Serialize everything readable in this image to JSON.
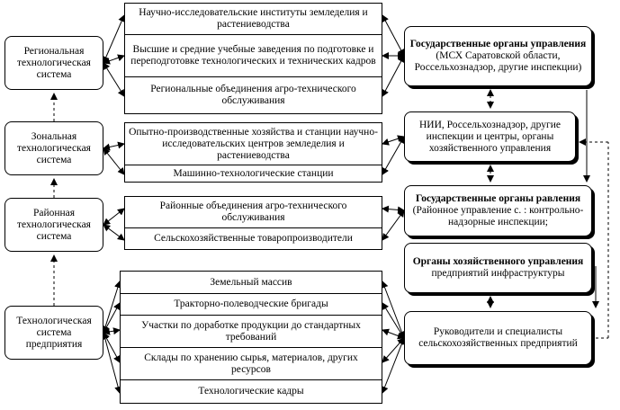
{
  "left_levels": [
    {
      "label": "Региональная технологическая система"
    },
    {
      "label": "Зональная технологическая система"
    },
    {
      "label": "Районная технологическая система"
    },
    {
      "label": "Технологическая система предприятия"
    }
  ],
  "middle_groups": [
    {
      "items": [
        "Научно-исследовательские институты земледелия и растениеводства",
        "Высшие и средние учебные заведения по подготовке и переподготовке технологических и технических кадров",
        "Региональные объединения агро-технического обслуживания"
      ]
    },
    {
      "items": [
        "Опытно-производственные хозяйства и станции научно-исследовательских центров земледелия и растениеводства",
        "Машинно-технологические станции"
      ]
    },
    {
      "items": [
        "Районные объединения агро-технического обслуживания",
        "Сельскохозяйственные товаропроизводители"
      ]
    },
    {
      "items": [
        "Земельный массив",
        "Тракторно-полеводческие бригады",
        "Участки по доработке продукции до стандартных требований",
        "Склады по хранению сырья, материалов, других ресурсов",
        "Технологические кадры"
      ]
    }
  ],
  "right_boxes": [
    {
      "bold": "Государственные органы управления",
      "text": " (МСХ Саратовской области, Россельхознадзор, другие инспекции)"
    },
    {
      "bold": "",
      "text": "НИИ, Россельхознадзор, другие инспекции и центры, органы хозяйственного управления"
    },
    {
      "bold": "Государственные органы равления",
      "text": " (Районное управление с. : контрольно-надзорные инспекции;"
    },
    {
      "bold": "Органы хозяйственного управления",
      "text": " предприятий инфраструктуры"
    },
    {
      "bold": "",
      "text": "Руководители и специалисты сельскохозяйственных предприятий"
    }
  ]
}
